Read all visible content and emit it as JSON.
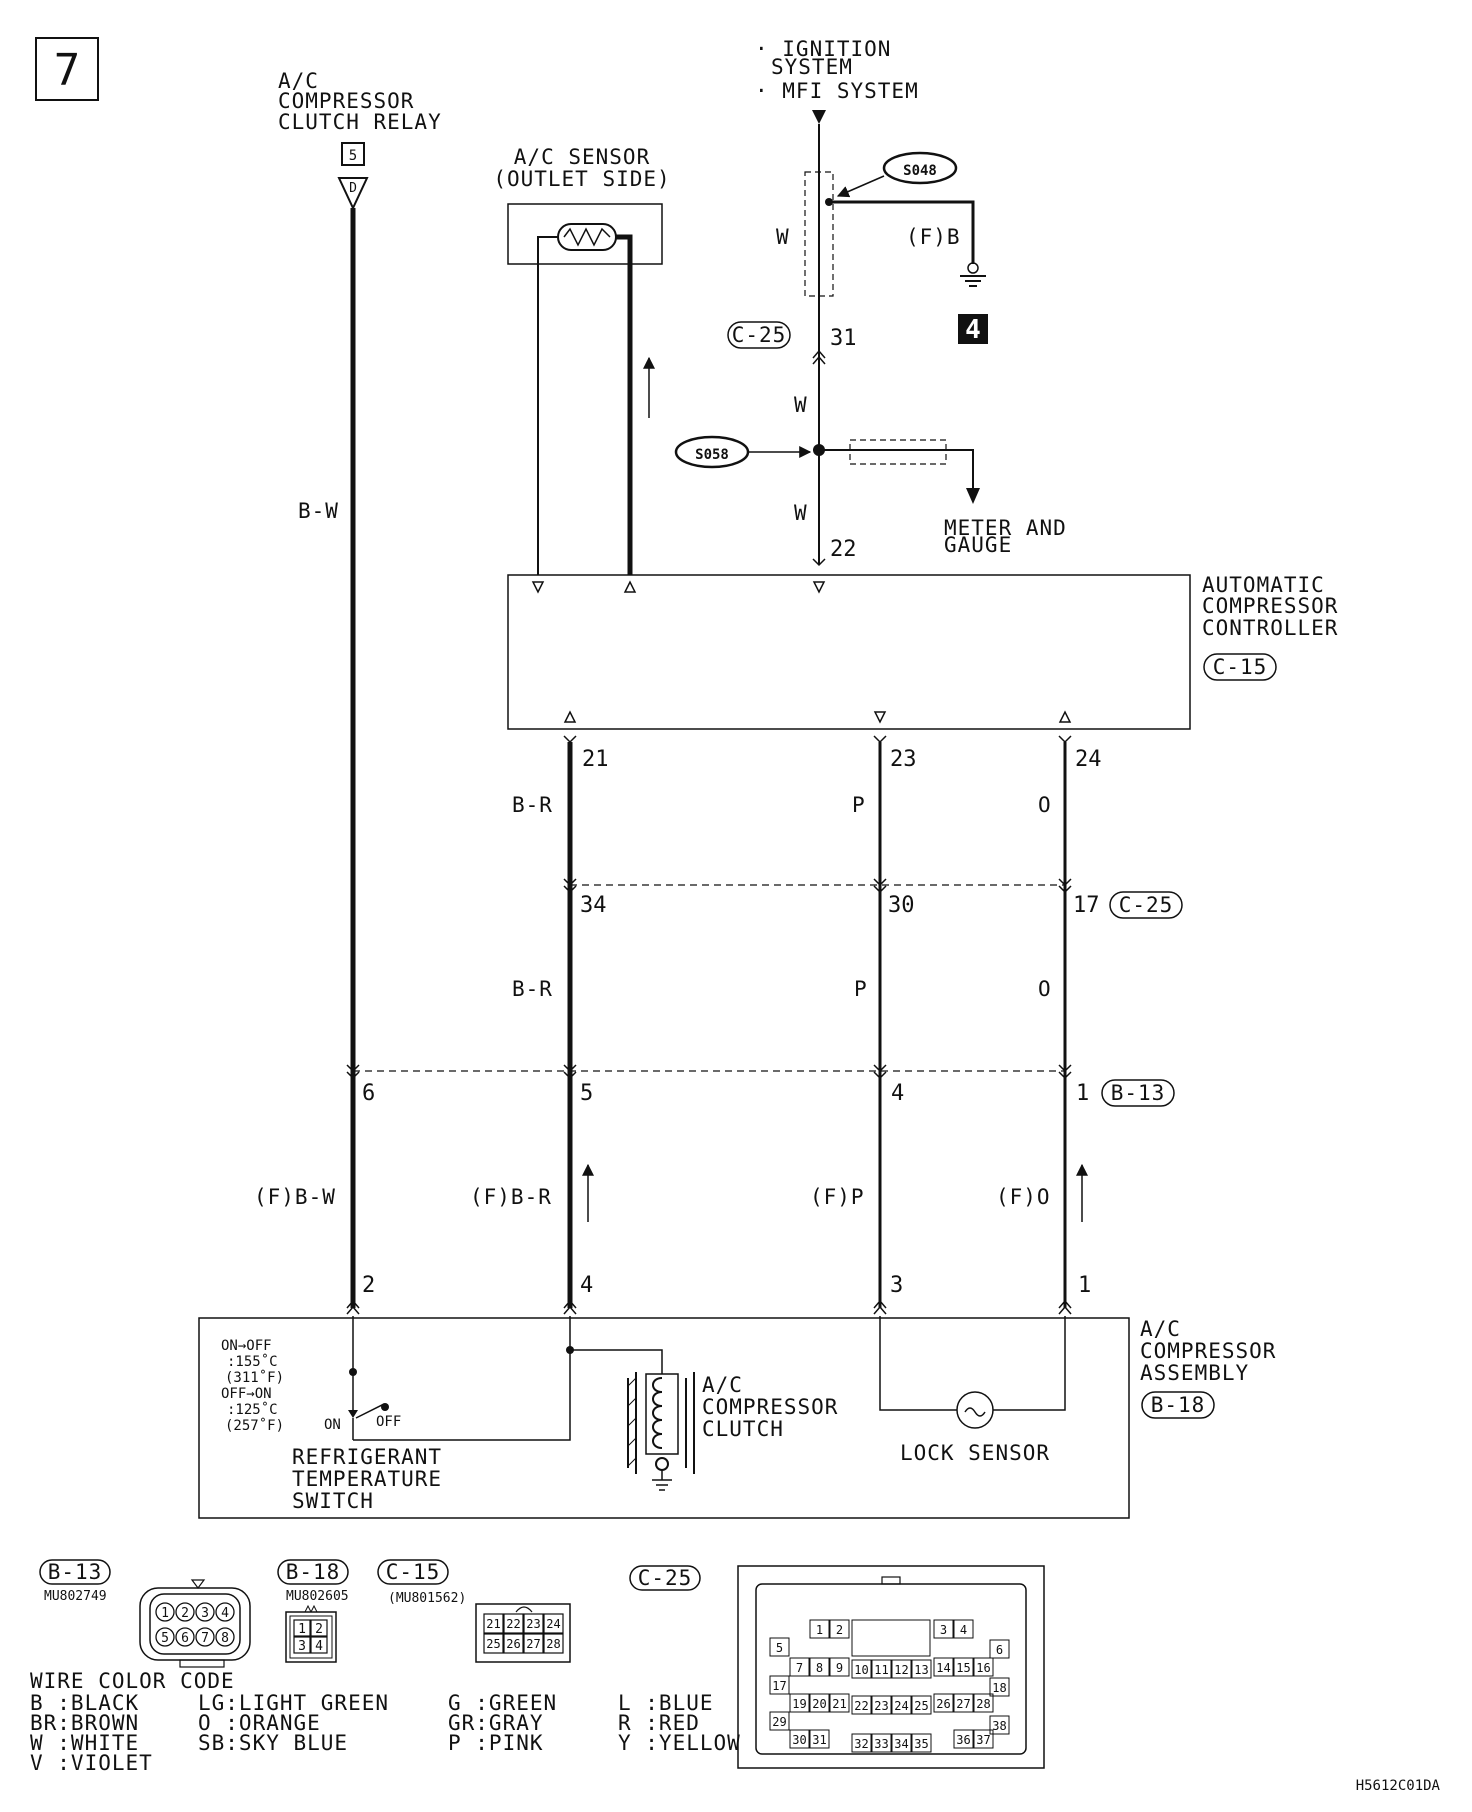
{
  "page": {
    "number": "7",
    "drawing_code": "H5612C01DA"
  },
  "top_source": {
    "line1": "· IGNITION",
    "line2": "SYSTEM",
    "line3": "· MFI SYSTEM"
  },
  "relay": {
    "line1": "A/C",
    "line2": "COMPRESSOR",
    "line3": "CLUTCH RELAY",
    "ref": "5",
    "connector": "D"
  },
  "ac_sensor": {
    "line1": "A/C SENSOR",
    "line2": "(OUTLET SIDE)"
  },
  "splices": {
    "s048": "S048",
    "s058": "S058"
  },
  "ground": {
    "wire": "(F)B",
    "ref": "4"
  },
  "meter": {
    "line1": "METER AND",
    "line2": "GAUGE"
  },
  "controller": {
    "line1": "AUTOMATIC",
    "line2": "COMPRESSOR",
    "line3": "CONTROLLER",
    "conn": "C-15"
  },
  "connectors": {
    "c25": "C-25",
    "b13": "B-13",
    "b18": "B-18",
    "c15": "C-15"
  },
  "wires": {
    "bw": "B-W",
    "w": "W",
    "br": "B-R",
    "p": "P",
    "o": "O",
    "fbw": "(F)B-W",
    "fbr": "(F)B-R",
    "fp": "(F)P",
    "fo": "(F)O"
  },
  "pins": {
    "p31": "31",
    "p22": "22",
    "p21": "21",
    "p23": "23",
    "p24": "24",
    "p34": "34",
    "p30": "30",
    "p17": "17",
    "p6": "6",
    "p5": "5",
    "p4": "4",
    "p1": "1",
    "q2": "2",
    "q4": "4",
    "q3": "3",
    "q1": "1"
  },
  "assembly": {
    "line1": "A/C",
    "line2": "COMPRESSOR",
    "line3": "ASSEMBLY",
    "conn": "B-18"
  },
  "switch": {
    "spec1": "ON→OFF",
    "spec2": ":155˚C",
    "spec3": "(311˚F)",
    "spec4": "OFF→ON",
    "spec5": ":125˚C",
    "spec6": "(257˚F)",
    "on": "ON",
    "off": "OFF",
    "name1": "REFRIGERANT",
    "name2": "TEMPERATURE",
    "name3": "SWITCH"
  },
  "clutch": {
    "line1": "A/C",
    "line2": "COMPRESSOR",
    "line3": "CLUTCH"
  },
  "lock_sensor": "LOCK SENSOR",
  "connector_views": {
    "b13": {
      "part": "MU802749",
      "pins": [
        "1",
        "2",
        "3",
        "4",
        "5",
        "6",
        "7",
        "8"
      ]
    },
    "b18": {
      "part": "MU802605",
      "pins": [
        "1",
        "2",
        "3",
        "4"
      ]
    },
    "c15": {
      "part": "(MU801562)",
      "pins": [
        "21",
        "22",
        "23",
        "24",
        "25",
        "26",
        "27",
        "28"
      ]
    },
    "c25": {
      "pins": [
        "1",
        "2",
        "3",
        "4",
        "5",
        "6",
        "7",
        "8",
        "9",
        "10",
        "11",
        "12",
        "13",
        "14",
        "15",
        "16",
        "17",
        "18",
        "19",
        "20",
        "21",
        "22",
        "23",
        "24",
        "25",
        "26",
        "27",
        "28",
        "29",
        "30",
        "31",
        "32",
        "33",
        "34",
        "35",
        "36",
        "37",
        "38"
      ]
    }
  },
  "color_code": {
    "title": "WIRE COLOR CODE",
    "rows": [
      [
        "B :BLACK",
        "LG:LIGHT GREEN",
        "G :GREEN",
        "L :BLUE"
      ],
      [
        "BR:BROWN",
        "O :ORANGE",
        "GR:GRAY",
        "R :RED"
      ],
      [
        "W :WHITE",
        "SB:SKY BLUE",
        "P :PINK",
        "Y :YELLOW"
      ],
      [
        "V :VIOLET"
      ]
    ]
  }
}
